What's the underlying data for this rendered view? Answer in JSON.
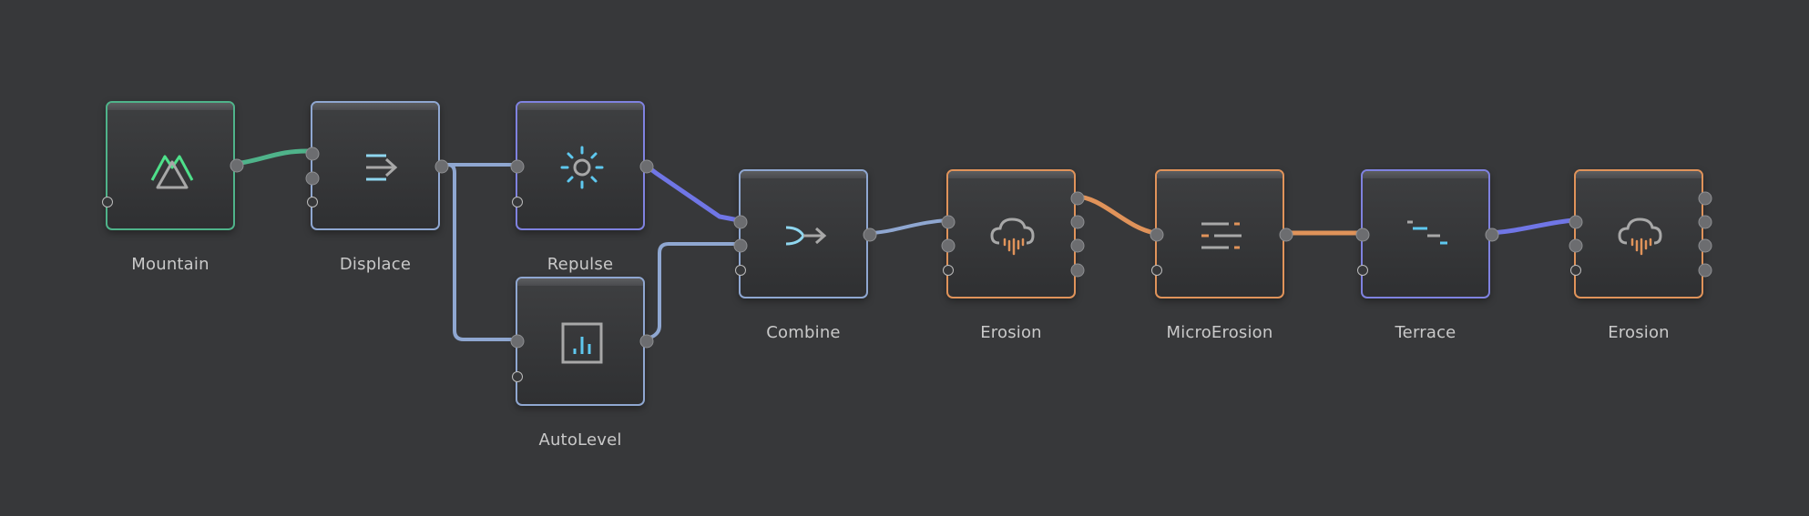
{
  "graph": {
    "colors": {
      "background": "#37383a",
      "green": "#4fb38a",
      "blue": "#8fa7d1",
      "violet": "#7f82e0",
      "orange": "#e0935a",
      "label": "#c9c9c9"
    },
    "nodes": [
      {
        "key": "mountain",
        "label": "Mountain",
        "icon": "mountain-icon",
        "accent": "green"
      },
      {
        "key": "displace",
        "label": "Displace",
        "icon": "displace-arrow-icon",
        "accent": "blue"
      },
      {
        "key": "repulse",
        "label": "Repulse",
        "icon": "sun-icon",
        "accent": "violet"
      },
      {
        "key": "autolevel",
        "label": "AutoLevel",
        "icon": "bar-chart-icon",
        "accent": "blue"
      },
      {
        "key": "combine",
        "label": "Combine",
        "icon": "merge-arrow-icon",
        "accent": "blue"
      },
      {
        "key": "erosion1",
        "label": "Erosion",
        "icon": "rain-cloud-icon",
        "accent": "orange"
      },
      {
        "key": "microerosion",
        "label": "MicroErosion",
        "icon": "sliders-icon",
        "accent": "orange"
      },
      {
        "key": "terrace",
        "label": "Terrace",
        "icon": "terrace-steps-icon",
        "accent": "violet"
      },
      {
        "key": "erosion2",
        "label": "Erosion",
        "icon": "rain-cloud-icon",
        "accent": "orange"
      }
    ],
    "connections": [
      {
        "from": "mountain",
        "to": "displace",
        "color": "green"
      },
      {
        "from": "displace",
        "to": "repulse",
        "color": "blue"
      },
      {
        "from": "displace",
        "to": "autolevel",
        "color": "blue"
      },
      {
        "from": "repulse",
        "to": "combine",
        "color": "violet"
      },
      {
        "from": "autolevel",
        "to": "combine",
        "color": "blue"
      },
      {
        "from": "combine",
        "to": "erosion1",
        "color": "blue"
      },
      {
        "from": "erosion1",
        "to": "microerosion",
        "color": "orange"
      },
      {
        "from": "microerosion",
        "to": "terrace",
        "color": "orange"
      },
      {
        "from": "terrace",
        "to": "erosion2",
        "color": "violet"
      }
    ]
  }
}
